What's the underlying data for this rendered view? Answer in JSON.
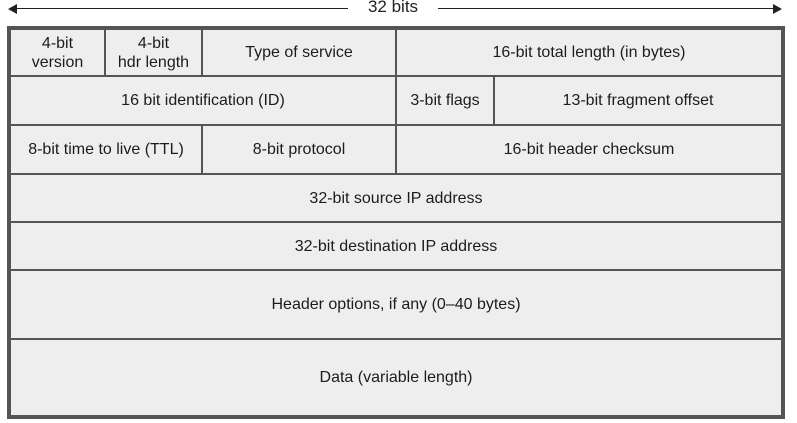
{
  "header": {
    "width_label": "32 bits"
  },
  "rows": [
    {
      "cells": [
        {
          "label": "4-bit\nversion"
        },
        {
          "label": "4-bit\nhdr length"
        },
        {
          "label": "Type of service"
        },
        {
          "label": "16-bit total length (in bytes)"
        }
      ]
    },
    {
      "cells": [
        {
          "label": "16 bit identification (ID)"
        },
        {
          "label": "3-bit flags"
        },
        {
          "label": "13-bit fragment offset"
        }
      ]
    },
    {
      "cells": [
        {
          "label": "8-bit time to live (TTL)"
        },
        {
          "label": "8-bit protocol"
        },
        {
          "label": "16-bit header checksum"
        }
      ]
    },
    {
      "cells": [
        {
          "label": "32-bit source IP address"
        }
      ]
    },
    {
      "cells": [
        {
          "label": "32-bit destination IP address"
        }
      ]
    },
    {
      "cells": [
        {
          "label": "Header options, if any (0–40 bytes)"
        }
      ]
    },
    {
      "cells": [
        {
          "label": "Data (variable length)"
        }
      ]
    }
  ]
}
